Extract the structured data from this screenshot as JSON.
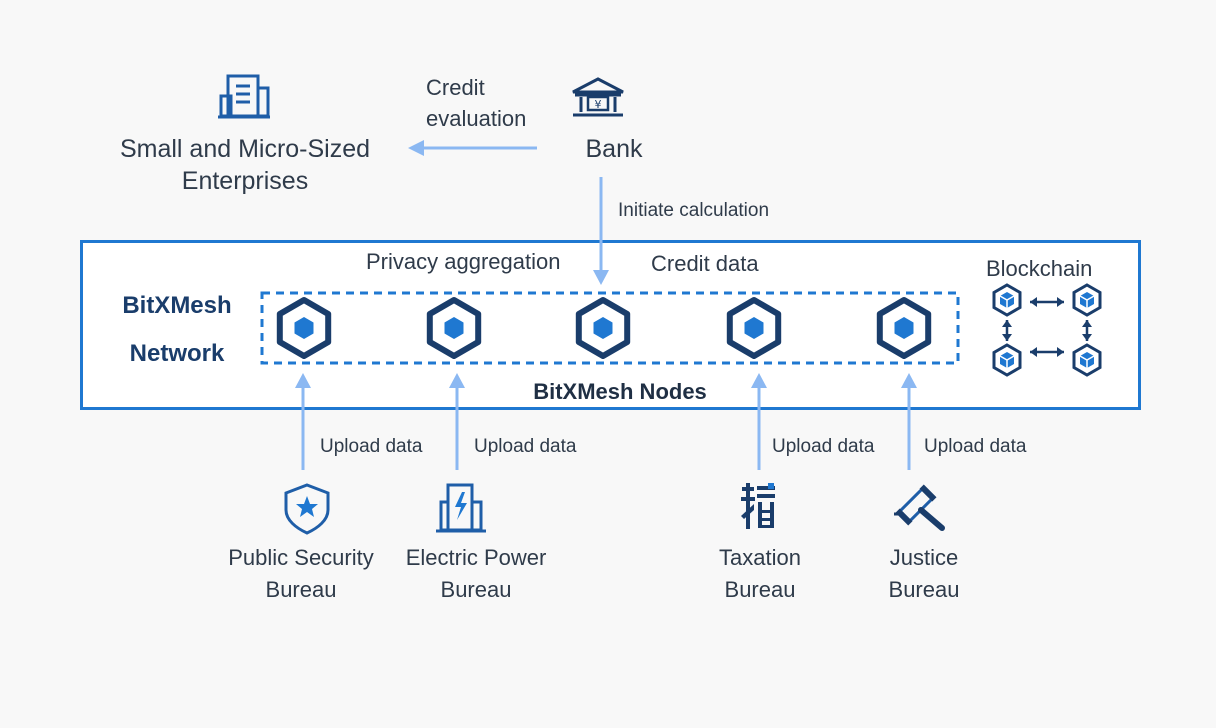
{
  "enterprises": {
    "line1": "Small and Micro-Sized",
    "line2": "Enterprises",
    "icon": "office-building-icon"
  },
  "bank": {
    "label": "Bank",
    "icon": "bank-icon"
  },
  "credit_evaluation": {
    "line1": "Credit",
    "line2": "evaluation"
  },
  "initiate_calculation": "Initiate calculation",
  "network": {
    "title_line1": "BitXMesh",
    "title_line2": "Network",
    "privacy_aggregation": "Privacy aggregation",
    "credit_data": "Credit data",
    "nodes_label": "BitXMesh Nodes",
    "blockchain_label": "Blockchain",
    "node_count": 5
  },
  "sources": [
    {
      "line1": "Public Security",
      "line2": "Bureau",
      "action": "Upload data",
      "icon": "police-badge-icon"
    },
    {
      "line1": "Electric Power",
      "line2": "Bureau",
      "action": "Upload data",
      "icon": "power-building-icon"
    },
    {
      "line1": "Taxation",
      "line2": "Bureau",
      "action": "Upload data",
      "icon": "tax-character-icon"
    },
    {
      "line1": "Justice",
      "line2": "Bureau",
      "action": "Upload data",
      "icon": "gavel-icon"
    }
  ],
  "colors": {
    "accent": "#1f78d1",
    "arrow": "#8bb8f2",
    "node_dark": "#1a3d6b",
    "node_fill": "#1f78d1"
  }
}
